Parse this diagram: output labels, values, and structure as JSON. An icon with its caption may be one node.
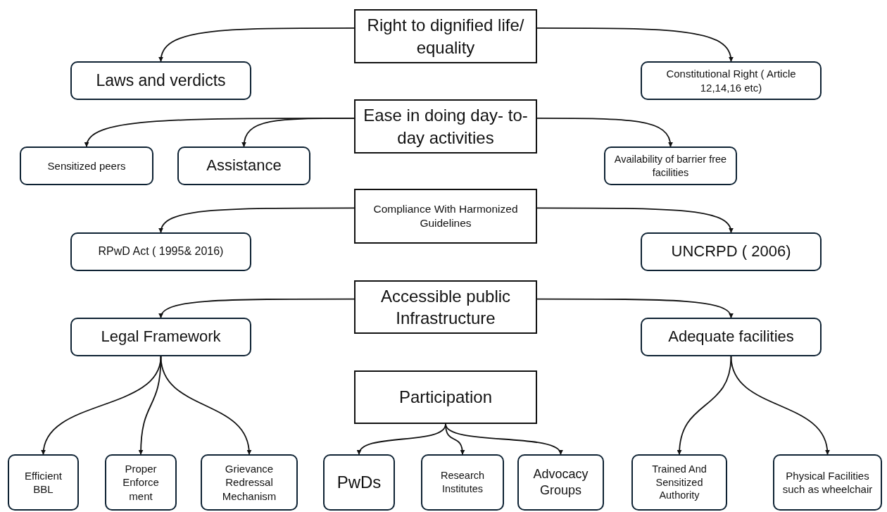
{
  "diagram": {
    "nodes": [
      {
        "text": [
          "Right to dignified life/ equality"
        ]
      },
      {
        "text": [
          "Laws and verdicts"
        ]
      },
      {
        "text": [
          "Constitutional Right ( Article 12,14,16 etc)"
        ]
      },
      {
        "text": [
          "Ease in doing day- to- day activities"
        ]
      },
      {
        "text": [
          "Sensitized peers"
        ]
      },
      {
        "text": [
          "Assistance"
        ]
      },
      {
        "text": [
          "Availability of barrier free facilities"
        ]
      },
      {
        "text": [
          "Compliance With Harmonized Guidelines"
        ]
      },
      {
        "text": [
          "RPwD Act ( 1995& 2016)"
        ]
      },
      {
        "text": [
          "UNCRPD ( 2006)"
        ]
      },
      {
        "text": [
          "Accessible public Infrastructure"
        ]
      },
      {
        "text": [
          "Legal Framework"
        ]
      },
      {
        "text": [
          "Adequate facilities"
        ]
      },
      {
        "text": [
          "Participation"
        ]
      },
      {
        "text": [
          "Efficient BBL"
        ]
      },
      {
        "text": [
          "Proper Enforce ment"
        ]
      },
      {
        "text": [
          "Grievance Redressal Mechanism"
        ]
      },
      {
        "text": [
          "PwDs"
        ]
      },
      {
        "text": [
          "Research Institutes"
        ]
      },
      {
        "text": [
          "Advocacy Groups"
        ]
      },
      {
        "text": [
          "Trained And Sensitized Authority"
        ]
      },
      {
        "text": [
          "Physical Facilities such as wheelchair"
        ]
      }
    ],
    "edges": [
      {
        "from": 0,
        "to": 1,
        "arrow": "to"
      },
      {
        "from": 0,
        "to": 2,
        "arrow": "to"
      },
      {
        "from": 3,
        "to": 4,
        "arrow": "to"
      },
      {
        "from": 3,
        "to": 5,
        "arrow": "to"
      },
      {
        "from": 3,
        "to": 6,
        "arrow": "to"
      },
      {
        "from": 7,
        "to": 8,
        "arrow": "to"
      },
      {
        "from": 7,
        "to": 9,
        "arrow": "to"
      },
      {
        "from": 10,
        "to": 11,
        "arrow": "to"
      },
      {
        "from": 10,
        "to": 12,
        "arrow": "to"
      },
      {
        "from": 11,
        "to": 14,
        "arrow": "to"
      },
      {
        "from": 11,
        "to": 15,
        "arrow": "to"
      },
      {
        "from": 11,
        "to": 16,
        "arrow": "to"
      },
      {
        "from": 13,
        "to": 17,
        "arrow": "to"
      },
      {
        "from": 13,
        "to": 18,
        "arrow": "to"
      },
      {
        "from": 13,
        "to": 19,
        "arrow": "to"
      },
      {
        "from": 12,
        "to": 20,
        "arrow": "to"
      },
      {
        "from": 12,
        "to": 21,
        "arrow": "to"
      }
    ]
  }
}
